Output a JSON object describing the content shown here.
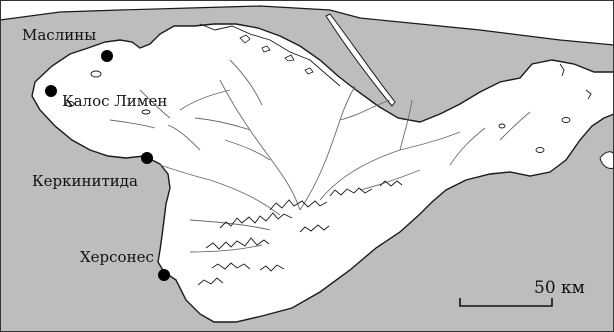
{
  "map": {
    "colors": {
      "sea": "#bdbdbd",
      "land": "#ffffff",
      "outline": "#1a1a1a",
      "river": "#6a6a6a",
      "marker": "#000000"
    },
    "places": [
      {
        "name": "Маслины"
      },
      {
        "name": "Калос Лимен"
      },
      {
        "name": "Керкинитида"
      },
      {
        "name": "Херсонес"
      }
    ],
    "scale_bar": {
      "label": "50 км",
      "distance_km": 50
    }
  }
}
